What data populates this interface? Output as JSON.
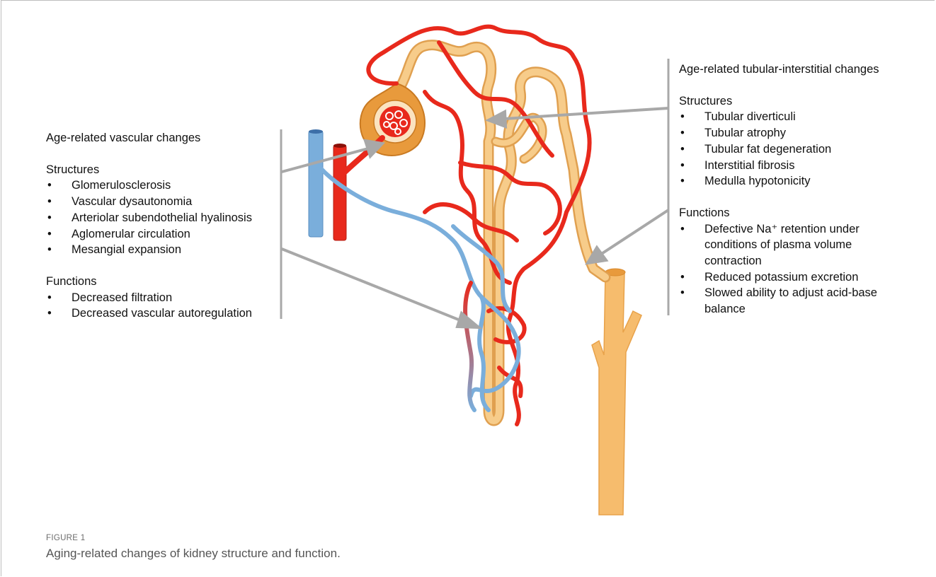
{
  "left_panel": {
    "title": "Age-related vascular changes",
    "structures_heading": "Structures",
    "structures": [
      "Glomerulosclerosis",
      "Vascular dysautonomia",
      "Arteriolar subendothelial hyalinosis",
      "Aglomerular circulation",
      "Mesangial expansion"
    ],
    "functions_heading": "Functions",
    "functions": [
      "Decreased filtration",
      "Decreased vascular autoregulation"
    ]
  },
  "right_panel": {
    "title": "Age-related tubular-interstitial changes",
    "structures_heading": "Structures",
    "structures": [
      "Tubular diverticuli",
      "Tubular atrophy",
      "Tubular fat degeneration",
      "Interstitial fibrosis",
      "Medulla hypotonicity"
    ],
    "functions_heading": "Functions",
    "functions": [
      "Defective Na⁺ retention under conditions of plasma volume contraction",
      "Reduced potassium excretion",
      "Slowed ability to adjust acid-base balance"
    ]
  },
  "caption": {
    "label": "FIGURE 1",
    "text": "Aging-related changes of kidney structure and function."
  },
  "colors": {
    "artery": "#e8291c",
    "vein": "#7aaedb",
    "tubule": "#f4c47c",
    "tubule_dark": "#e89a3c",
    "bracket": "#a8a8a8"
  }
}
